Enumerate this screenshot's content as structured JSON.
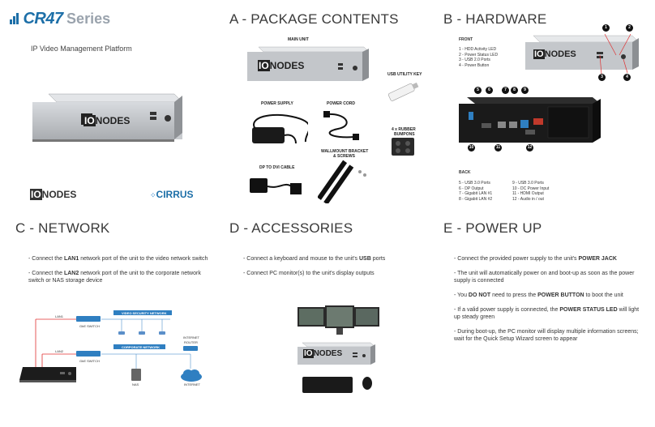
{
  "brand": {
    "cr47": "CR47",
    "series": "Series",
    "subtitle": "IP Video Management Platform",
    "ionodes_io": "IO",
    "ionodes_nodes": "NODES",
    "cirrus": "CIRRUS"
  },
  "package": {
    "heading": "A - PACKAGE CONTENTS",
    "main_unit": "MAIN UNIT",
    "usb_key": "USB UTILITY KEY",
    "power_supply": "POWER SUPPLY",
    "power_cord": "POWER CORD",
    "rubber_1": "4 x RUBBER",
    "rubber_2": "BUMPONS",
    "wallmount_1": "WALLMOUNT BRACKET",
    "wallmount_2": "& SCREWS",
    "dp_dvi": "DP TO DVI CABLE"
  },
  "hardware": {
    "heading": "B - HARDWARE",
    "front_label": "FRONT",
    "front_items": [
      "1 - HDD Activity LED",
      "2 - Power Status LED",
      "3 - USB 2.0 Ports",
      "4 - Power Button"
    ],
    "back_label": "BACK",
    "back_col1": [
      "5 - USB 3.0 Ports",
      "6 - DP Output",
      "7 - Gigabit LAN #1",
      "8 - Gigabit LAN #2"
    ],
    "back_col2": [
      "9 - USB 3.0 Ports",
      "10 - DC Power Input",
      "11 - HDMI Output",
      "12 - Audio in / out"
    ],
    "badges_front": [
      "1",
      "2",
      "3",
      "4"
    ],
    "badges_back": [
      "5",
      "6",
      "7",
      "8",
      "9",
      "10",
      "11",
      "12"
    ]
  },
  "network": {
    "heading": "C - NETWORK",
    "p1_a": "- Connect the ",
    "p1_b": "LAN1",
    "p1_c": " network port of the unit to the video network switch",
    "p2_a": "- Connect the ",
    "p2_b": "LAN2",
    "p2_c": " network port of the unit to the corporate network switch or NAS storage device",
    "diagram": {
      "video_net": "VIDEO SECURITY NETWORK",
      "corp_net": "CORPORATE NETWORK",
      "lan1": "LAN1",
      "lan2": "LAN2",
      "switch1": "GbE SWITCH",
      "switch2": "GbE SWITCH",
      "router_1": "INTERNET",
      "router_2": "ROUTER",
      "nas": "NAS",
      "internet": "INTERNET"
    }
  },
  "accessories": {
    "heading": "D - ACCESSORIES",
    "p1_a": "- Connect a keyboard and mouse to the unit's ",
    "p1_b": "USB",
    "p1_c": " ports",
    "p2": "- Connect PC monitor(s) to the unit's display outputs"
  },
  "power": {
    "heading": "E - POWER UP",
    "p1_a": "- Connect the provided power supply to the unit's ",
    "p1_b": "POWER JACK",
    "p2": "- The unit will automatically power on and boot-up as soon as the power supply is connected",
    "p3_a": "- You ",
    "p3_b": "DO NOT",
    "p3_c": " need to press the ",
    "p3_d": "POWER BUTTON",
    "p3_e": " to boot the unit",
    "p4_a": "- If a valid power supply is connected, the ",
    "p4_b": "POWER STATUS LED",
    "p4_c": " will light up steady green",
    "p5": "- During boot-up, the PC monitor will display multiple information screens; wait for the Quick Setup Wizard screen to appear"
  },
  "colors": {
    "accent": "#1d6fa8",
    "heading": "#3a3a3a",
    "badge": "#111111",
    "red_line": "#e03030"
  }
}
